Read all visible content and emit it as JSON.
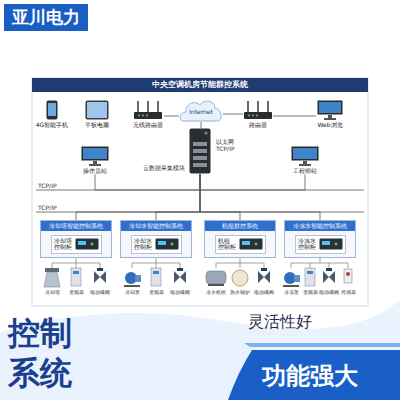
{
  "diagram": {
    "title": "中央空调机房节能群控系统",
    "nodes": [
      {
        "text": [
          "亚川电力"
        ]
      },
      {
        "text": [
          "4G智能手机"
        ]
      },
      {
        "text": [
          "平板电脑"
        ]
      },
      {
        "text": [
          "无线路由器"
        ]
      },
      {
        "text": [
          "Internet"
        ]
      },
      {
        "text": [
          "路由器"
        ]
      },
      {
        "text": [
          "Web浏览"
        ]
      },
      {
        "text": [
          "云数据采集模块"
        ]
      },
      {
        "text": [
          "操作员站"
        ]
      },
      {
        "text": [
          "工程师站"
        ]
      },
      {
        "text": [
          "冷却塔智能控制系统"
        ]
      },
      {
        "text": [
          "冷却塔 控制柜"
        ],
        "in": 10
      },
      {
        "text": [
          "冷却水智能控制系统"
        ]
      },
      {
        "text": [
          "冷却水 控制柜"
        ],
        "in": 12
      },
      {
        "text": [
          "机组群控系统"
        ]
      },
      {
        "text": [
          "机组 控制柜"
        ],
        "in": 14
      },
      {
        "text": [
          "冷冻水智能控制系统"
        ]
      },
      {
        "text": [
          "冷冻水 控制柜"
        ],
        "in": 16
      }
    ],
    "edges": [
      {
        "from": 3,
        "to": 4,
        "arrow": "none"
      },
      {
        "from": 4,
        "to": 5,
        "arrow": "none"
      },
      {
        "from": 5,
        "to": 6,
        "arrow": "none"
      },
      {
        "from": 4,
        "to": 7,
        "arrow": "none"
      },
      {
        "from": 7,
        "to": 8,
        "arrow": "none"
      },
      {
        "from": 7,
        "to": 9,
        "arrow": "none"
      },
      {
        "from": 7,
        "to": 10,
        "arrow": "none"
      },
      {
        "from": 7,
        "to": 12,
        "arrow": "none"
      },
      {
        "from": 7,
        "to": 14,
        "arrow": "none"
      },
      {
        "from": 7,
        "to": 16,
        "arrow": "none"
      }
    ],
    "labels": [
      "以太网 TCP/IP",
      "TCP/IP",
      "TCP/IP",
      "冷却塔",
      "变频器",
      "电动碟阀",
      "冷却泵",
      "变频器",
      "电动碟阀",
      "冷水机组",
      "热水锅炉",
      "电动碟阀",
      "冷冻泵",
      "变频器",
      "电动碟阀",
      "传感器",
      "控制",
      "系统",
      "灵活性好",
      "功能强大"
    ]
  }
}
